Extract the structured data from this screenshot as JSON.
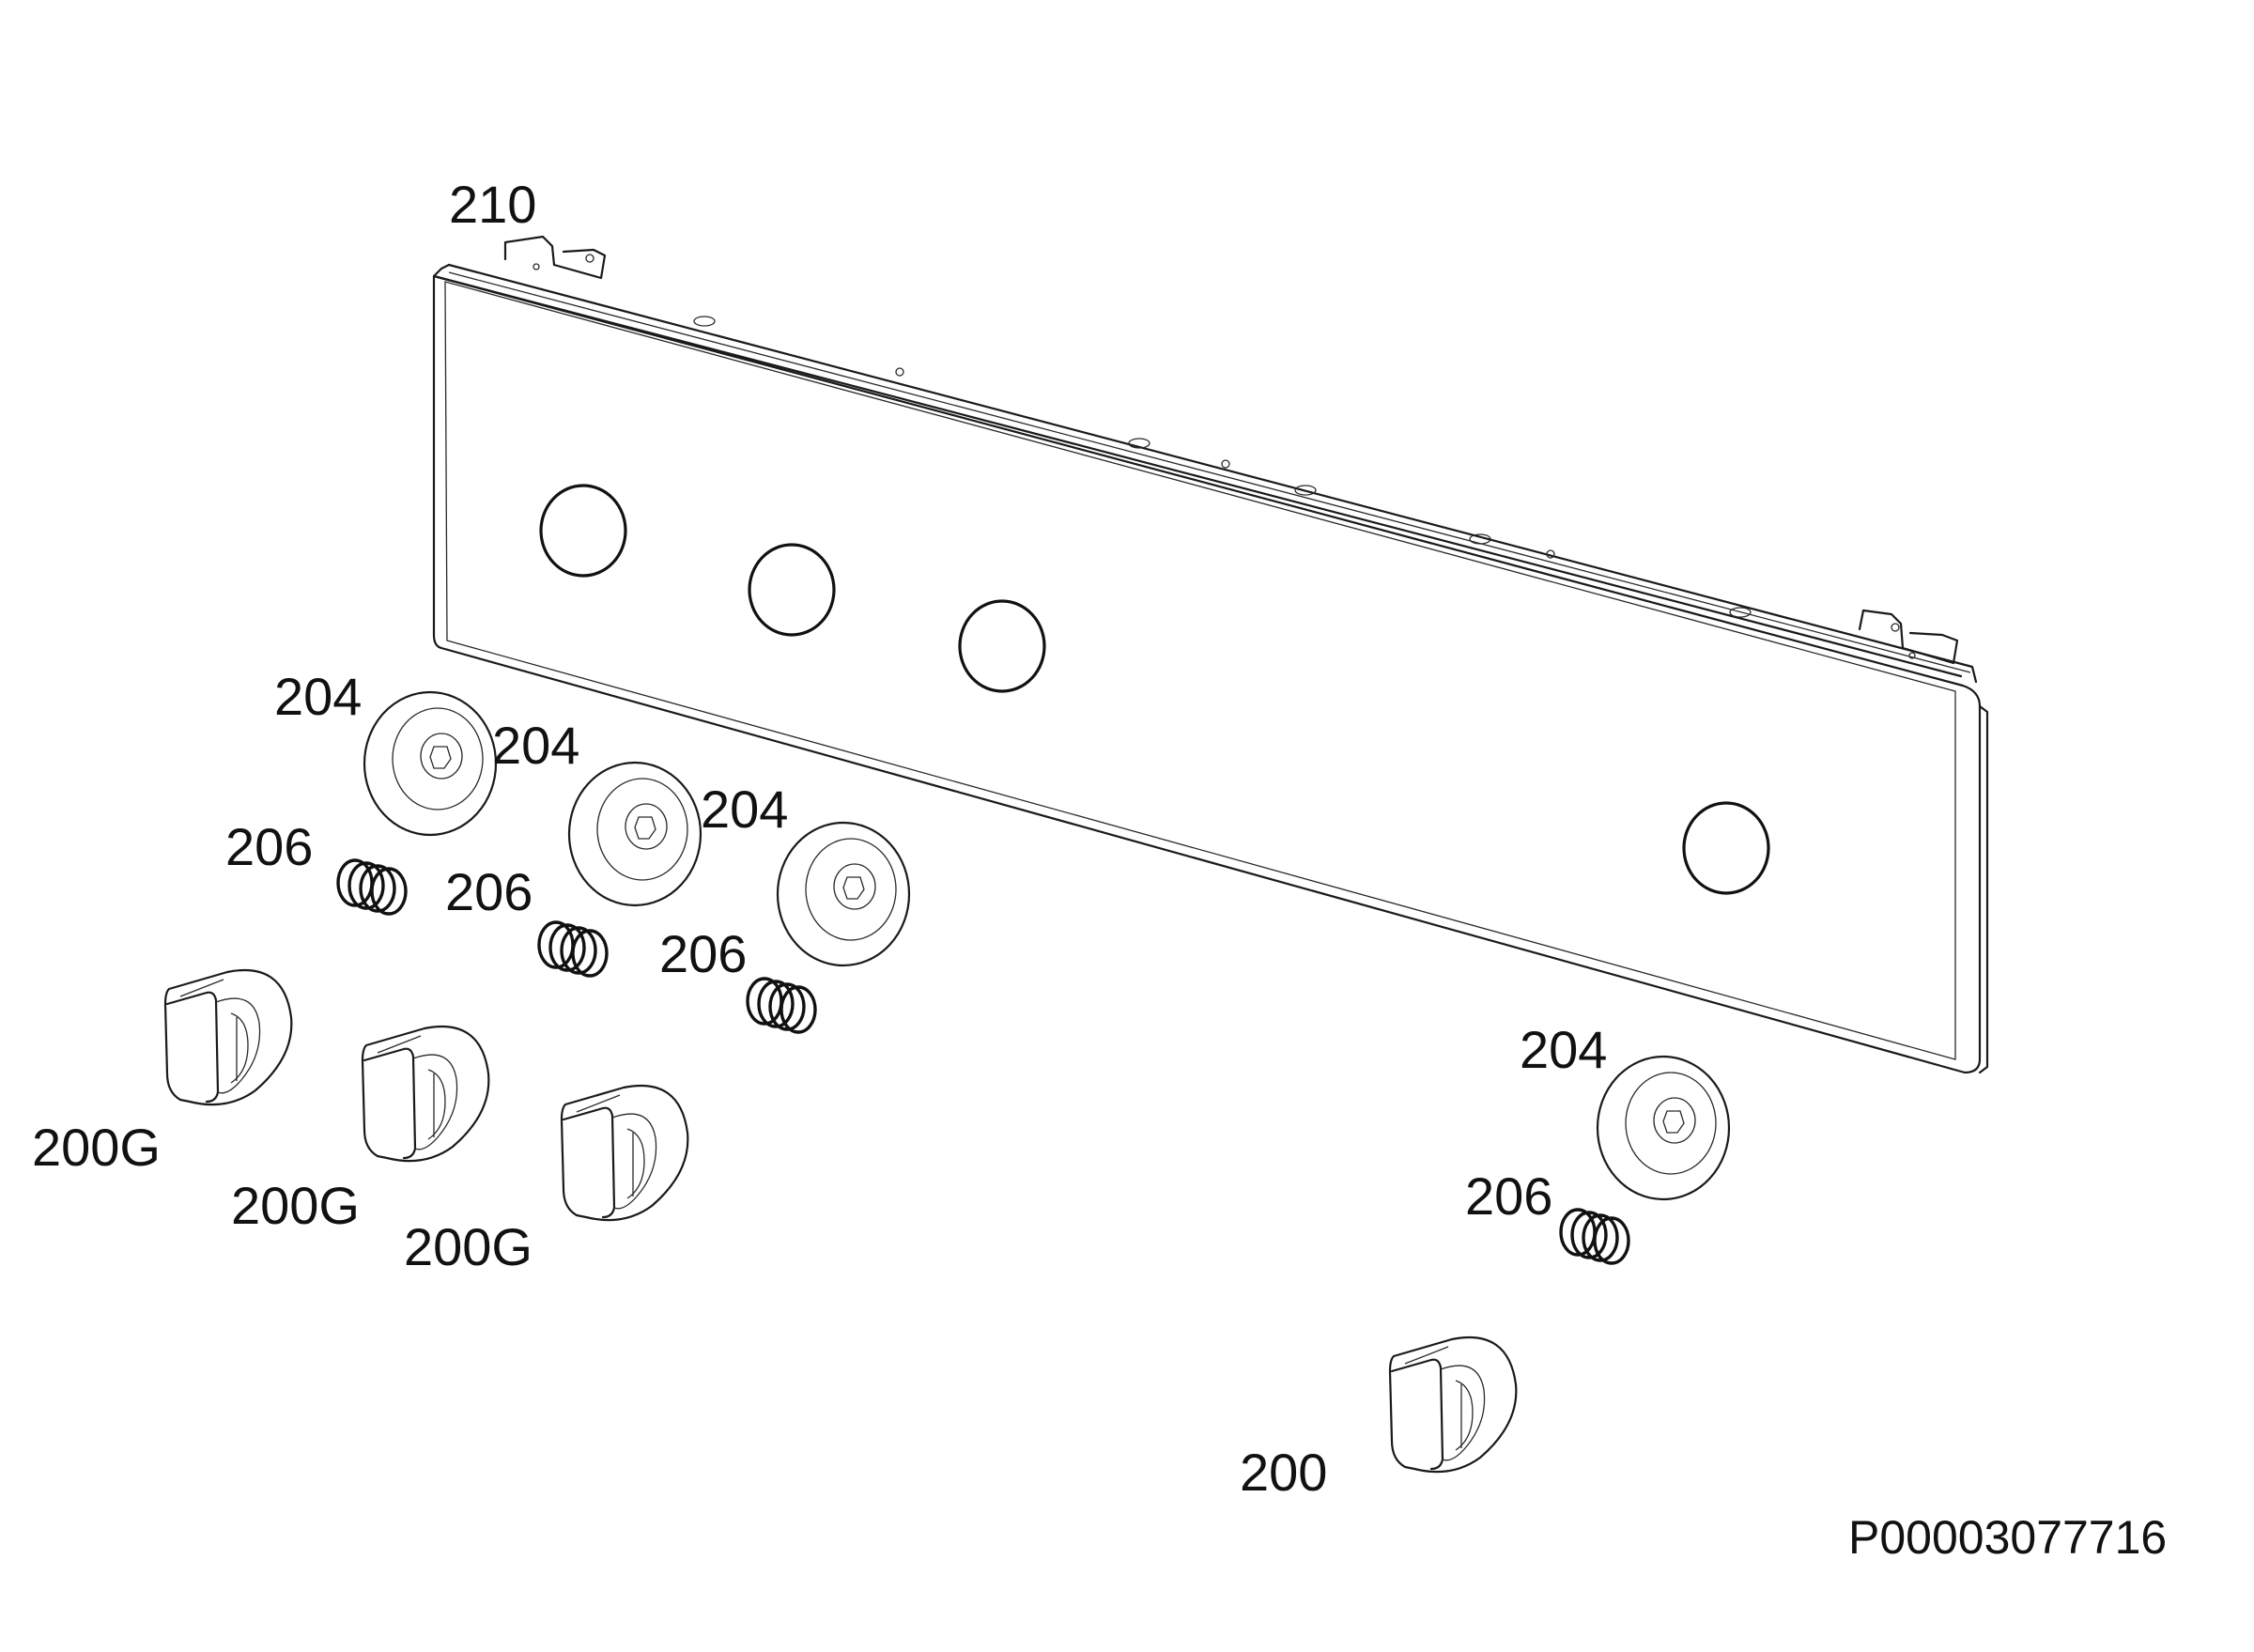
{
  "drawing": {
    "document_id": "P00003077716",
    "labels": {
      "panel": "210",
      "bezel_1": "204",
      "bezel_2": "204",
      "bezel_3": "204",
      "bezel_4": "204",
      "spring_1": "206",
      "spring_2": "206",
      "spring_3": "206",
      "spring_4": "206",
      "knob_1": "200G",
      "knob_2": "200G",
      "knob_3": "200G",
      "knob_4": "200"
    }
  }
}
